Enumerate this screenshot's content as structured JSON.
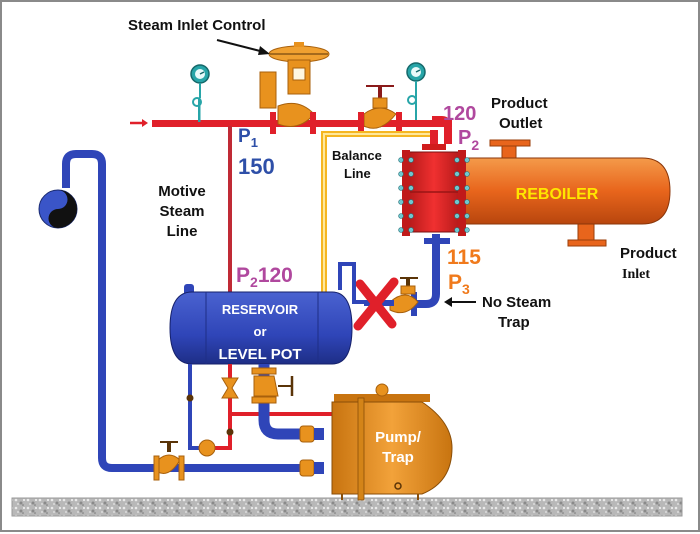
{
  "diagram": {
    "title_callout": "Steam Inlet Control",
    "labels": {
      "product_outlet_line1": "Product",
      "product_outlet_line2": "Outlet",
      "product_inlet_line1": "Product",
      "product_inlet_line2": "Inlet",
      "balance_line1": "Balance",
      "balance_line2": "Line",
      "motive_line1": "Motive",
      "motive_line2": "Steam",
      "motive_line3": "Line",
      "no_steam_trap_line1": "No Steam",
      "no_steam_trap_line2": "Trap"
    },
    "equipment": {
      "reboiler": "REBOILER",
      "reservoir_line1": "RESERVOIR",
      "reservoir_line2": "or",
      "reservoir_line3": "LEVEL POT",
      "pump_line1": "Pump/",
      "pump_line2": "Trap"
    },
    "pressures": {
      "p1": {
        "symbol": "P",
        "sub": "1",
        "value": "150"
      },
      "p2_outlet": {
        "symbol": "P",
        "sub": "2",
        "value": "120"
      },
      "p2_reservoir": {
        "symbol": "P",
        "sub": "2",
        "value": "120"
      },
      "p3": {
        "symbol": "P",
        "sub": "3",
        "value": "115"
      }
    },
    "colors": {
      "steam_pipe": "#e0202a",
      "condensate_pipe": "#2f45b8",
      "balance_line": "#f5b621",
      "valve_body": "#e8921e",
      "reboiler": "#e8651c",
      "reboiler_head": "#e02020",
      "reservoir": "#2f45b8",
      "pump_trap": "#e0901e",
      "no_trap_mark": "#e0202a",
      "gauge": "#27a5a8",
      "p_purple": "#b0489e",
      "p_blue": "#2e4fa8",
      "p_orange": "#f07a1c"
    }
  }
}
